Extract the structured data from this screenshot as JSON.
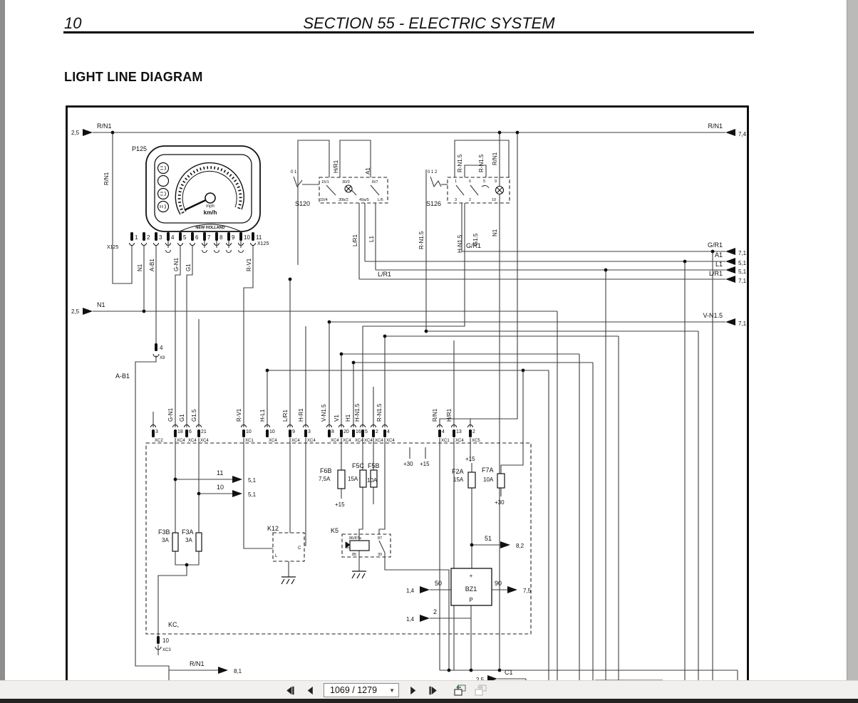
{
  "page": {
    "number": "10",
    "section_title": "SECTION 55 - ELECTRIC SYSTEM",
    "heading": "LIGHT LINE DIAGRAM"
  },
  "pdf_toolbar": {
    "page_indicator": "1069 / 1279"
  },
  "diagram": {
    "entries": {
      "rn1_top": {
        "size": "2,5",
        "wire": "R/N1"
      },
      "n1_left": {
        "size": "2,5",
        "wire": "N1"
      },
      "t50": {
        "size": "1,4",
        "terminal": "50"
      },
      "t2": {
        "size": "1,4",
        "terminal": "2"
      },
      "c1": {
        "size": "2,5",
        "label": "C1"
      }
    },
    "exits": {
      "rn1_right": {
        "wire": "R/N1",
        "ref": "7,4"
      },
      "gr1": {
        "wire": "G/R1",
        "ref": "7,1"
      },
      "a1": {
        "wire": "A1",
        "ref": "5,1"
      },
      "l1": {
        "wire": "L1",
        "ref": "5,1"
      },
      "lr1": {
        "wire": "L/R1",
        "ref": "7,1"
      },
      "vn15": {
        "wire": "V-N1.5",
        "ref": "7,1"
      },
      "t11": {
        "wire": "11",
        "ref": "5,1"
      },
      "t10": {
        "wire": "10",
        "ref": "5,1"
      },
      "t51": {
        "wire": "51",
        "ref": "8,2"
      },
      "t90": {
        "wire": "90",
        "ref": "7,5"
      },
      "rn1_bottom": {
        "wire": "R/N1",
        "ref": "8,1"
      }
    },
    "cluster": {
      "ref": "P125",
      "connector": "X125",
      "unit_top": "mph",
      "unit_bottom": "km/h",
      "brand": "NEW HOLLAND",
      "pins": [
        "1",
        "2",
        "3",
        "4",
        "5",
        "6",
        "7",
        "8",
        "9",
        "10",
        "11"
      ],
      "pin_wires": [
        {
          "pin": "2",
          "wire": "N1"
        },
        {
          "pin": "3",
          "wire": "A-B1"
        },
        {
          "pin": "5",
          "wire": "G-N1"
        },
        {
          "pin": "6",
          "wire": "G1"
        },
        {
          "pin": "11",
          "wire": "R-V1"
        }
      ]
    },
    "s120": {
      "ref": "S120",
      "positions": "0   1",
      "terminals_top": [
        "15/1",
        "30/3",
        "R/7"
      ],
      "terminals_bottom": [
        "15/4",
        "30b/2",
        "49a/5",
        "L/6"
      ]
    },
    "s126": {
      "ref": "S126",
      "positions": "0 1 2",
      "terminals_top": [
        "1",
        "6",
        "5",
        "9"
      ],
      "terminals_bottom": [
        "3",
        "2",
        "10"
      ]
    },
    "wire_labels": {
      "rn1_left_vert": "R/N1",
      "hr1_top": "H/R1",
      "a1_top": "A1",
      "lr1_s120": "L/R1",
      "l1_s120": "L1",
      "rn15_a": "R-N1.5",
      "rn15_b": "R-N1.5",
      "rn1_s126": "R/N1",
      "hn15_s126": "H-N1.5",
      "g15_s126": "G1.5",
      "n1_s126": "N1",
      "rn15_mid": "R-N1.5",
      "lr1_mid": "L/R1",
      "gr1_mid": "G/R1",
      "ab1": "A-B1"
    },
    "x9": {
      "pin": "4",
      "connector": "X9"
    },
    "connector_row": {
      "wire_labels": [
        "G-N1",
        "G1",
        "G1.5",
        "R-V1",
        "H-L1",
        "L/R1",
        "H-R1",
        "V-N1.5",
        "V1",
        "H1",
        "H-N1.5",
        "R-N1.5",
        "R/N1",
        "H/R1"
      ],
      "pins": [
        {
          "pin": "3",
          "conn": "XC2"
        },
        {
          "pin": "18",
          "conn": "XC4"
        },
        {
          "pin": "6",
          "conn": "XC4"
        },
        {
          "pin": "21",
          "conn": "XC4"
        },
        {
          "pin": "10",
          "conn": "XC1"
        },
        {
          "pin": "10",
          "conn": "XC4"
        },
        {
          "pin": "9",
          "conn": "XC4"
        },
        {
          "pin": "3",
          "conn": "XC4"
        },
        {
          "pin": "8",
          "conn": "XC4"
        },
        {
          "pin": "20",
          "conn": "XC4"
        },
        {
          "pin": "16",
          "conn": "XC4"
        },
        {
          "pin": "5",
          "conn": "XC4"
        },
        {
          "pin": "2",
          "conn": "XC4"
        },
        {
          "pin": "4",
          "conn": "XC4"
        },
        {
          "pin": "4",
          "conn": "XC1"
        },
        {
          "pin": "13",
          "conn": "XC4"
        },
        {
          "pin": "2",
          "conn": "XC5"
        }
      ]
    },
    "kc": {
      "ref": "KC,",
      "pin": "10",
      "connector": "XC3"
    },
    "supply": {
      "p30": "+30",
      "p15": "+15"
    },
    "fuses": {
      "f6b": {
        "ref": "F6B",
        "rating": "7,5A"
      },
      "f5c": {
        "ref": "F5C",
        "rating": "15A"
      },
      "f5b": {
        "ref": "F5B",
        "rating": "10A"
      },
      "f2a": {
        "ref": "F2A",
        "rating": "15A"
      },
      "f7a": {
        "ref": "F7A",
        "rating": "10A"
      },
      "f3b": {
        "ref": "F3B",
        "rating": "3A"
      },
      "f3a": {
        "ref": "F3A",
        "rating": "3A"
      }
    },
    "k12": {
      "ref": "K12",
      "t_l": "L",
      "t_c": "C"
    },
    "k5": {
      "ref": "K5",
      "t_top": "86/87a",
      "t_87": "87",
      "t_85": "85",
      "t_30": "30"
    },
    "bz1": {
      "ref": "BZ1",
      "plus": "+",
      "p": "P"
    }
  }
}
